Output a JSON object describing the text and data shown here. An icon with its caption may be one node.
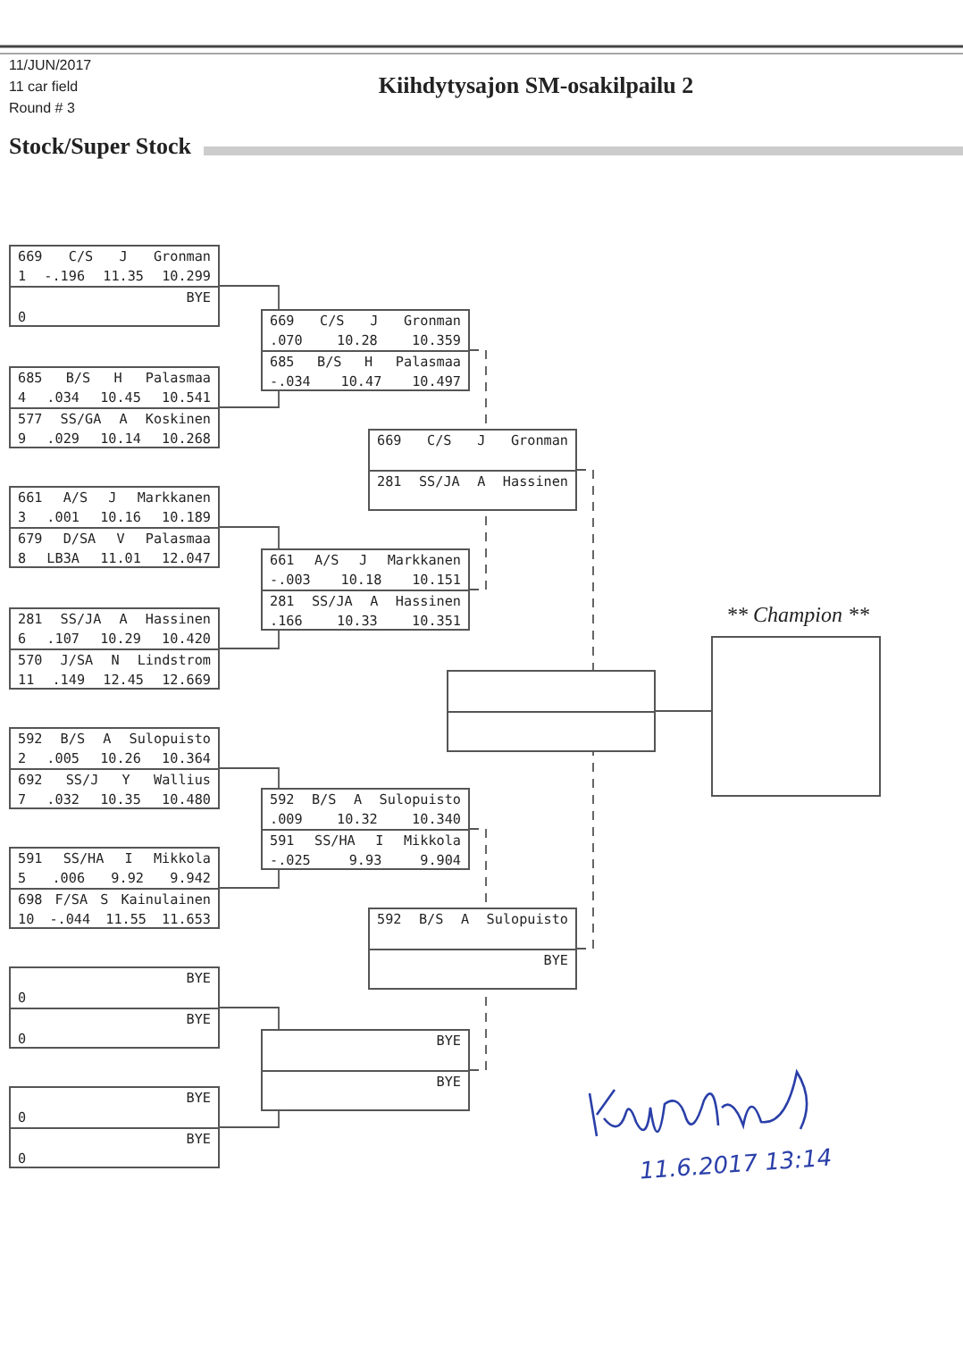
{
  "diagram": {
    "title": "Kiihdytysajon SM-osakilpailu 2",
    "nodes": [
      {
        "text": [
          "669 C/S J Gronman",
          "1 -.196 11.35 10.299",
          "BYE",
          "0"
        ]
      },
      {
        "text": [
          "685 B/S H Palasmaa",
          "4 .034 10.45 10.541",
          "577 SS/GA A Koskinen",
          "9 .029 10.14 10.268"
        ]
      },
      {
        "text": [
          "661 A/S J Markkanen",
          "3 .001 10.16 10.189",
          "679 D/SA V Palasmaa",
          "8 LB3A 11.01 12.047"
        ]
      },
      {
        "text": [
          "281 SS/JA A Hassinen",
          "6 .107 10.29 10.420",
          "570 J/SA N Lindstrom",
          "11 .149 12.45 12.669"
        ]
      },
      {
        "text": [
          "592 B/S A Sulopuisto",
          "2 .005 10.26 10.364",
          "692 SS/J Y Wallius",
          "7 .032 10.35 10.480"
        ]
      },
      {
        "text": [
          "591 SS/HA I Mikkola",
          "5 .006 9.92 9.942",
          "698 F/SA S Kainulainen",
          "10 -.044 11.55 11.653"
        ]
      },
      {
        "text": [
          "BYE",
          "0",
          "BYE",
          "0"
        ]
      },
      {
        "text": [
          "BYE",
          "0",
          "BYE",
          "0"
        ]
      },
      {
        "text": [
          "669 C/S J Gronman",
          ".070 10.28 10.359",
          "685 B/S H Palasmaa",
          "-.034 10.47 10.497"
        ]
      },
      {
        "text": [
          "661 A/S J Markkanen",
          "-.003 10.18 10.151",
          "281 SS/JA A Hassinen",
          ".166 10.33 10.351"
        ]
      },
      {
        "text": [
          "592 B/S A Sulopuisto",
          ".009 10.32 10.340",
          "591 SS/HA I Mikkola",
          "-.025 9.93 9.904"
        ]
      },
      {
        "text": [
          "BYE",
          "BYE"
        ]
      },
      {
        "text": [
          "669 C/S J Gronman",
          "281 SS/JA A Hassinen"
        ]
      },
      {
        "text": [
          "592 B/S A Sulopuisto",
          "BYE"
        ]
      },
      {
        "text": [],
        "shape": "box"
      },
      {
        "text": [
          "** Champion **"
        ]
      }
    ],
    "edges": [
      {
        "from": 0,
        "to": 8,
        "arrow": "none"
      },
      {
        "from": 1,
        "to": 8,
        "arrow": "none"
      },
      {
        "from": 2,
        "to": 9,
        "arrow": "none"
      },
      {
        "from": 3,
        "to": 9,
        "arrow": "none"
      },
      {
        "from": 4,
        "to": 10,
        "arrow": "none"
      },
      {
        "from": 5,
        "to": 10,
        "arrow": "none"
      },
      {
        "from": 6,
        "to": 11,
        "arrow": "none"
      },
      {
        "from": 7,
        "to": 11,
        "arrow": "none"
      },
      {
        "from": 8,
        "to": 12,
        "arrow": "none",
        "style": "dashed"
      },
      {
        "from": 9,
        "to": 12,
        "arrow": "none",
        "style": "dashed"
      },
      {
        "from": 10,
        "to": 13,
        "arrow": "none",
        "style": "dashed"
      },
      {
        "from": 11,
        "to": 13,
        "arrow": "none",
        "style": "dashed"
      },
      {
        "from": 12,
        "to": 14,
        "arrow": "none",
        "style": "dashed"
      },
      {
        "from": 13,
        "to": 14,
        "arrow": "none",
        "style": "dashed"
      },
      {
        "from": 14,
        "to": 15,
        "arrow": "none"
      }
    ],
    "labels": [
      "11/JUN/2017",
      "11 car field",
      "Round # 3",
      "Stock/Super Stock",
      "11.6.2017 13:14"
    ]
  }
}
